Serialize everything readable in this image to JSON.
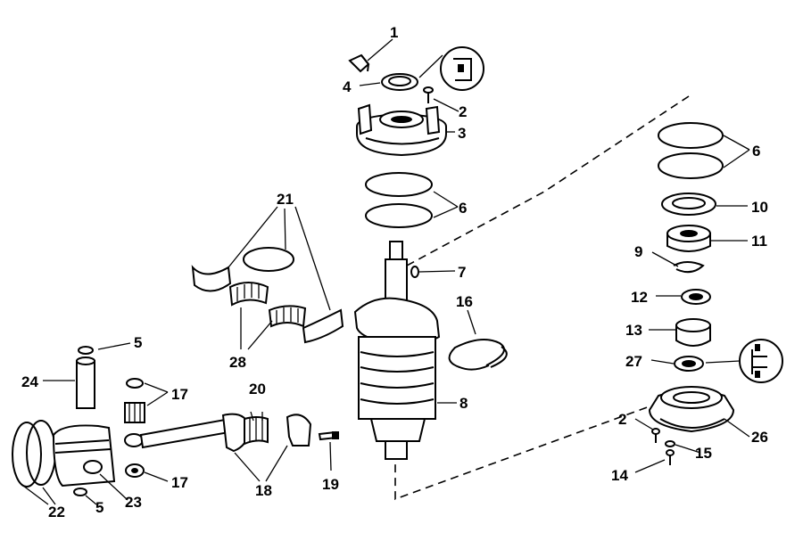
{
  "callouts": {
    "c1": "1",
    "c2a": "2",
    "c3": "3",
    "c4": "4",
    "c6a": "6",
    "c21": "21",
    "c7": "7",
    "c16": "16",
    "c28": "28",
    "c5a": "5",
    "c24": "24",
    "c17a": "17",
    "c20": "20",
    "c8": "8",
    "c17b": "17",
    "c18": "18",
    "c19": "19",
    "c22": "22",
    "c5b": "5",
    "c23": "23",
    "c6b": "6",
    "c10": "10",
    "c11": "11",
    "c9": "9",
    "c12": "12",
    "c13": "13",
    "c27": "27",
    "c2b": "2",
    "c26": "26",
    "c15": "15",
    "c14": "14"
  }
}
